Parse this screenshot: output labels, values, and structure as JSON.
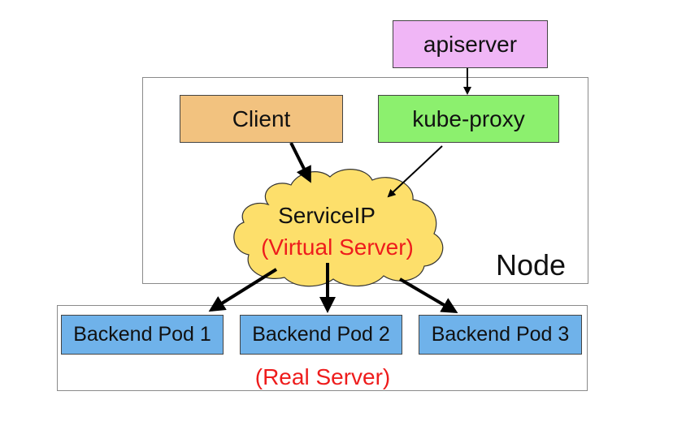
{
  "nodes": {
    "apiserver": "apiserver",
    "client": "Client",
    "kube_proxy": "kube-proxy",
    "service_ip": "ServiceIP",
    "virtual_server": "(Virtual Server)",
    "node_label": "Node",
    "backend_pods": [
      "Backend Pod 1",
      "Backend Pod 2",
      "Backend Pod 3"
    ],
    "real_server": "(Real Server)"
  },
  "colors": {
    "apiserver": "#f0b6f6",
    "client": "#f2c27f",
    "kube_proxy": "#8cf06e",
    "cloud": "#fddf6b",
    "backend_pod": "#6fb2ea",
    "red_text": "#ee1c1c"
  },
  "edges": [
    [
      "apiserver",
      "kube-proxy"
    ],
    [
      "Client",
      "ServiceIP"
    ],
    [
      "kube-proxy",
      "ServiceIP"
    ],
    [
      "ServiceIP",
      "Backend Pod 1"
    ],
    [
      "ServiceIP",
      "Backend Pod 2"
    ],
    [
      "ServiceIP",
      "Backend Pod 3"
    ]
  ]
}
